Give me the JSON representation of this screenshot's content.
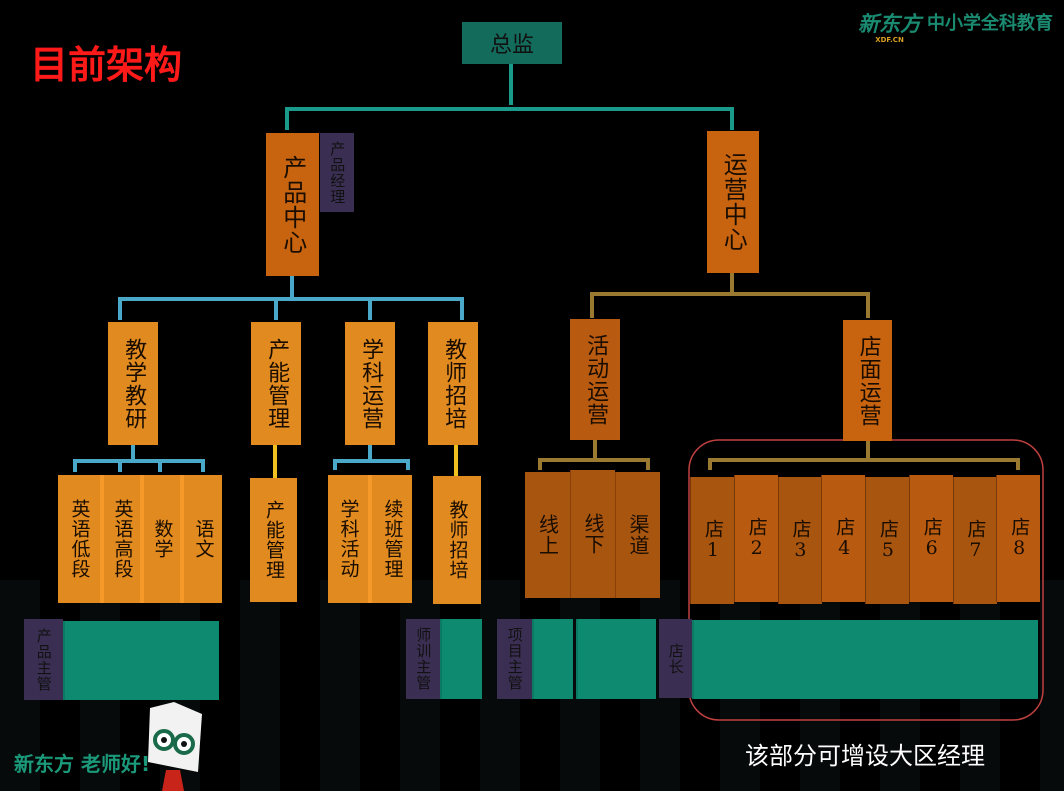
{
  "title": "目前架构",
  "brand": {
    "logo": "新东方",
    "logo_sub": "XDF.CN",
    "tagline": "中小学全科教育",
    "slogan": "新东方 老师好!"
  },
  "root": "总监",
  "level1": {
    "product": "产品中心",
    "product_manager": "产品经理",
    "operations": "运营中心"
  },
  "level2": {
    "teaching": "教学教研",
    "capacity": "产能管理",
    "subject_ops": "学科运营",
    "teacher_recruit": "教师招培",
    "activity_ops": "活动运营",
    "store_ops": "店面运营"
  },
  "leaves": {
    "teaching": [
      "英语低段",
      "英语高段",
      "数学",
      "语文"
    ],
    "capacity": "产能管理",
    "subject_ops": [
      "学科活动",
      "续班管理"
    ],
    "teacher_recruit": "教师招培",
    "activity_ops": [
      "线上",
      "线下",
      "渠道"
    ],
    "store_ops": [
      "店1",
      "店2",
      "店3",
      "店4",
      "店5",
      "店6",
      "店7",
      "店8"
    ]
  },
  "supervisors": {
    "product": "产品主管",
    "training": "师训主管",
    "project": "项目主管",
    "store": "店长"
  },
  "note": "该部分可增设大区经理",
  "colors": {
    "title": "#ff1a1a",
    "teal": "#0e8a70",
    "orange": "#e08a20",
    "brown": "#c8640f",
    "purple": "#3a2f52",
    "outline": "#c04040"
  }
}
